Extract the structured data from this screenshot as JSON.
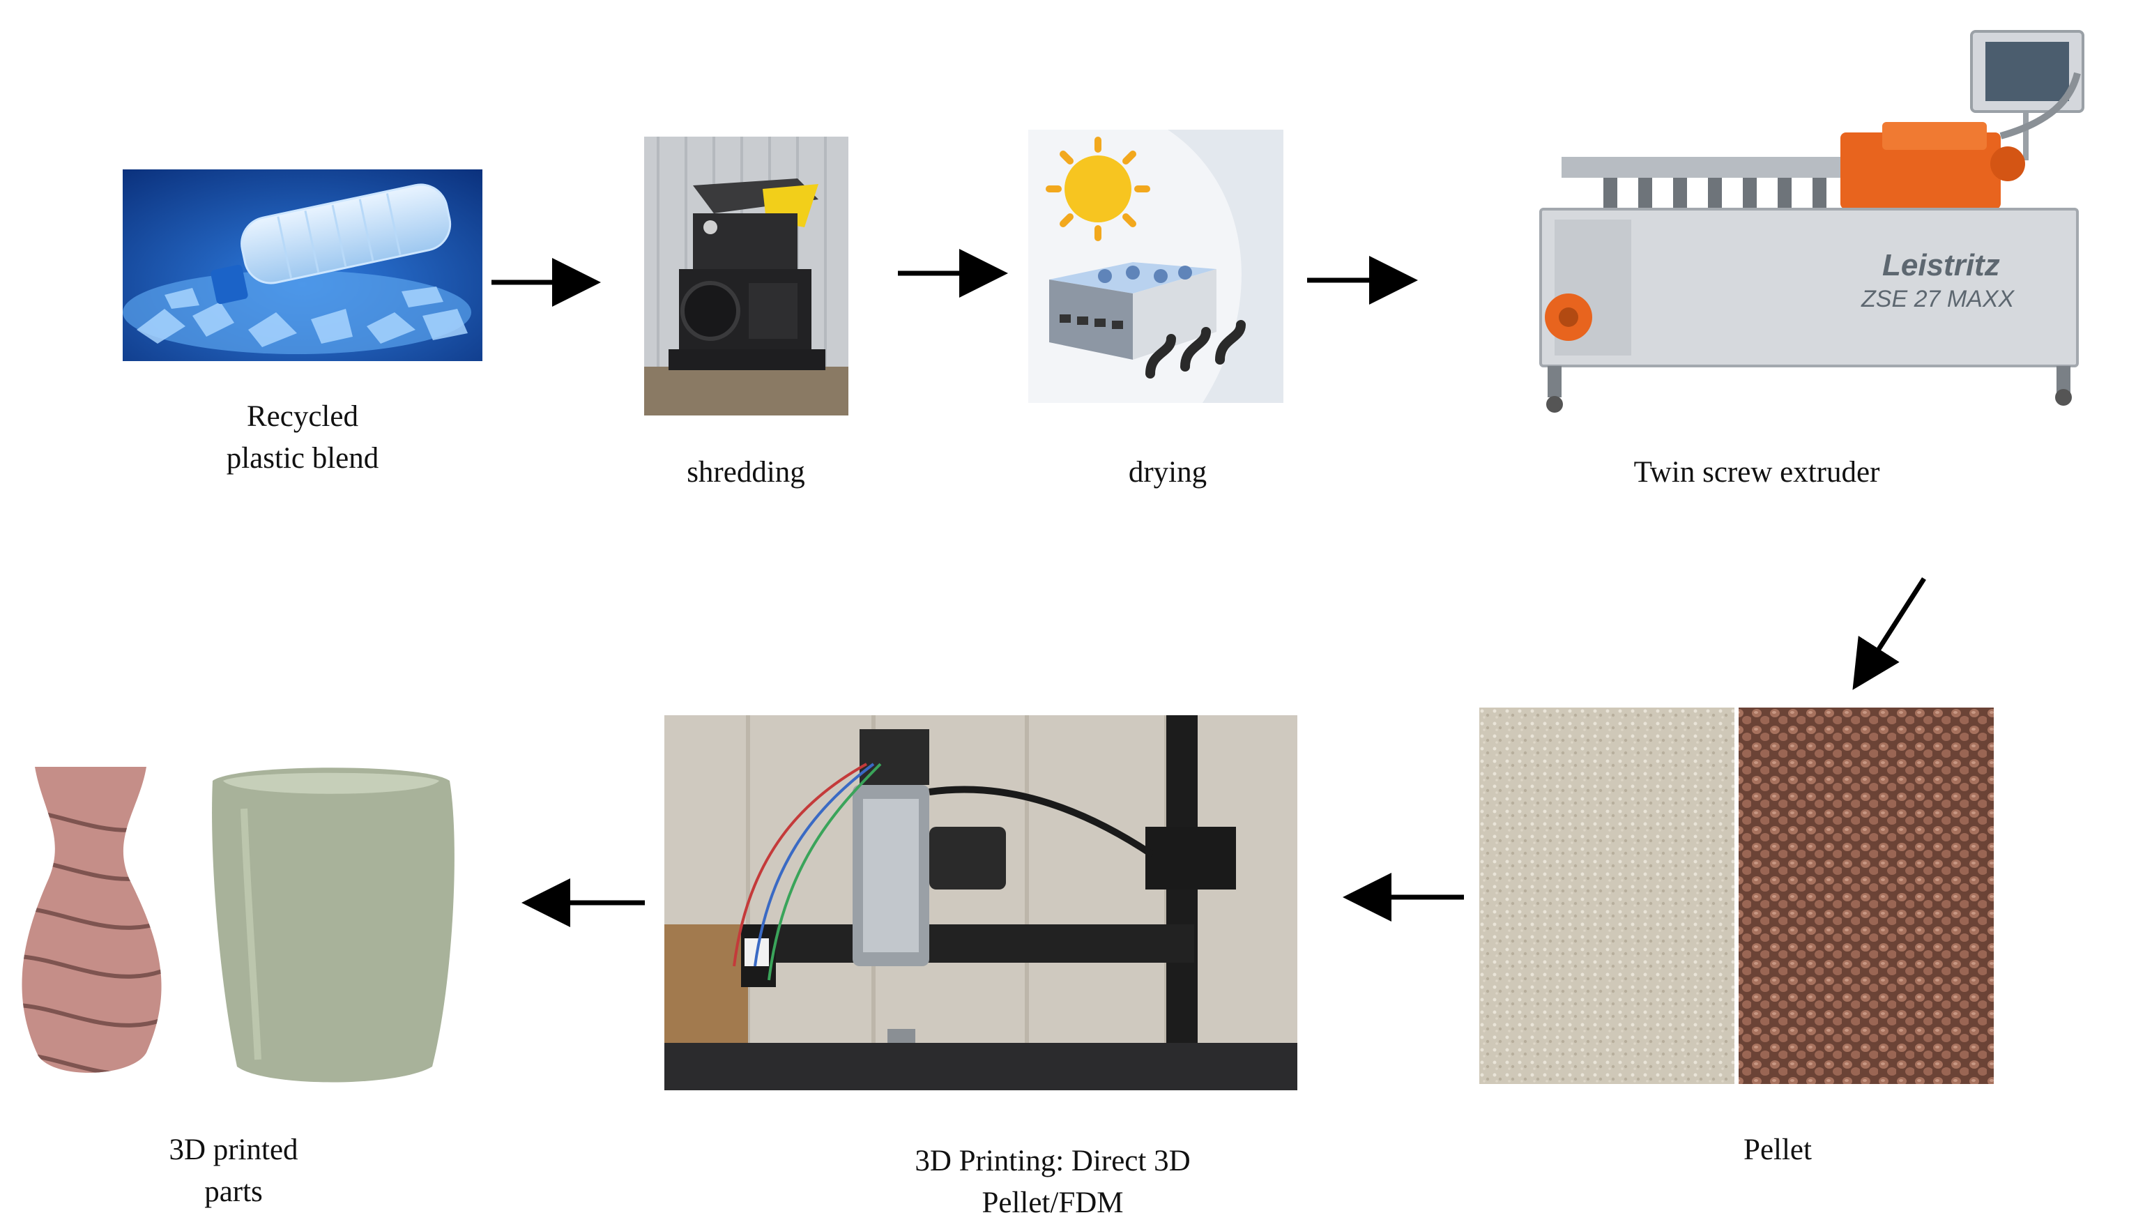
{
  "steps": {
    "recycled": {
      "caption_line1": "Recycled",
      "caption_line2": "plastic blend"
    },
    "shredding": {
      "caption": "shredding"
    },
    "drying": {
      "caption": "drying"
    },
    "extruder": {
      "caption": "Twin screw extruder",
      "brand_text": "Leistritz",
      "model_text": "ZSE 27 MAXX"
    },
    "pellet": {
      "caption": "Pellet"
    },
    "printing": {
      "caption_line1": "3D Printing: Direct 3D",
      "caption_line2": "Pellet/FDM"
    },
    "parts": {
      "caption_line1": "3D printed",
      "caption_line2": "parts"
    }
  },
  "colors": {
    "arrow": "#000000",
    "text": "#111111",
    "extruder_orange": "#e8641e",
    "bottle_blue": "#1b63c8",
    "vase_pink": "#c58e88",
    "cup_sage": "#a8b29a"
  }
}
